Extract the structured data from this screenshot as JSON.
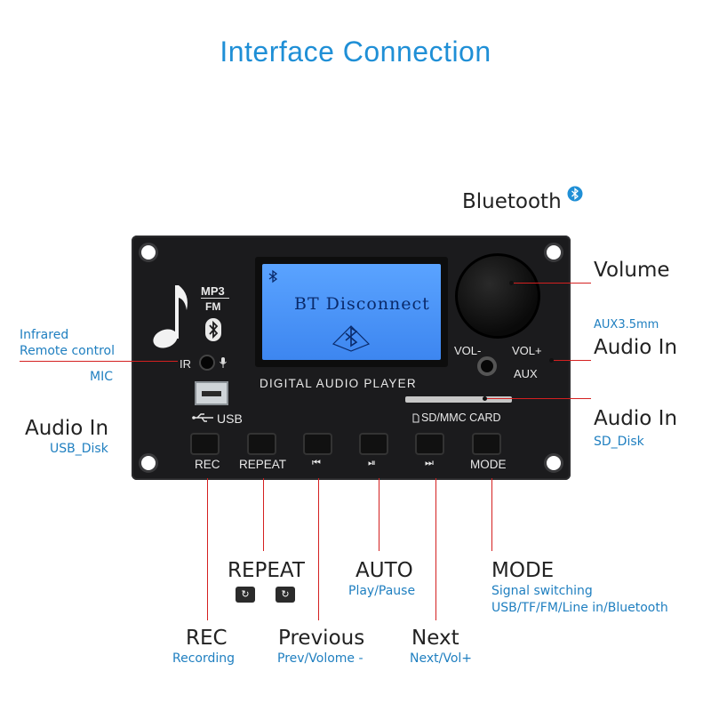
{
  "title": "Interface  Connection",
  "board": {
    "mp3": "MP3",
    "fm": "FM",
    "ir": "IR",
    "lcd_text": "BT Disconnect",
    "digital_audio_player": "DIGITAL AUDIO PLAYER",
    "usb": "USB",
    "sd_mmc_card": "SD/MMC  CARD",
    "vol_minus": "VOL-",
    "vol_plus": "VOL+",
    "aux": "AUX",
    "buttons": [
      "REC",
      "REPEAT",
      "⏮",
      "⏯",
      "⏭",
      "MODE"
    ]
  },
  "labels": {
    "bluetooth": "Bluetooth",
    "volume": "Volume",
    "aux_sub": "AUX3.5mm",
    "aux_audio_in": "Audio In",
    "sd_audio_in": "Audio In",
    "sd_sub": "SD_Disk",
    "infrared_1": "Infrared",
    "infrared_2": "Remote control",
    "mic": "MIC",
    "usb_audio_in": "Audio In",
    "usb_sub": "USB_Disk",
    "repeat": "REPEAT",
    "auto": "AUTO",
    "auto_sub": "Play/Pause",
    "mode": "MODE",
    "mode_sub_1": "Signal switching",
    "mode_sub_2": "USB/TF/FM/Line in/Bluetooth",
    "rec": "REC",
    "rec_sub": "Recording",
    "previous": "Previous",
    "previous_sub": "Prev/Volome -",
    "next": "Next",
    "next_sub": "Next/Vol+"
  },
  "colors": {
    "title": "#1f8fd6",
    "sub_label": "#1f7fc0",
    "leader_line": "#d42020",
    "board": "#1b1b1d",
    "lcd": "#4a95f8"
  }
}
